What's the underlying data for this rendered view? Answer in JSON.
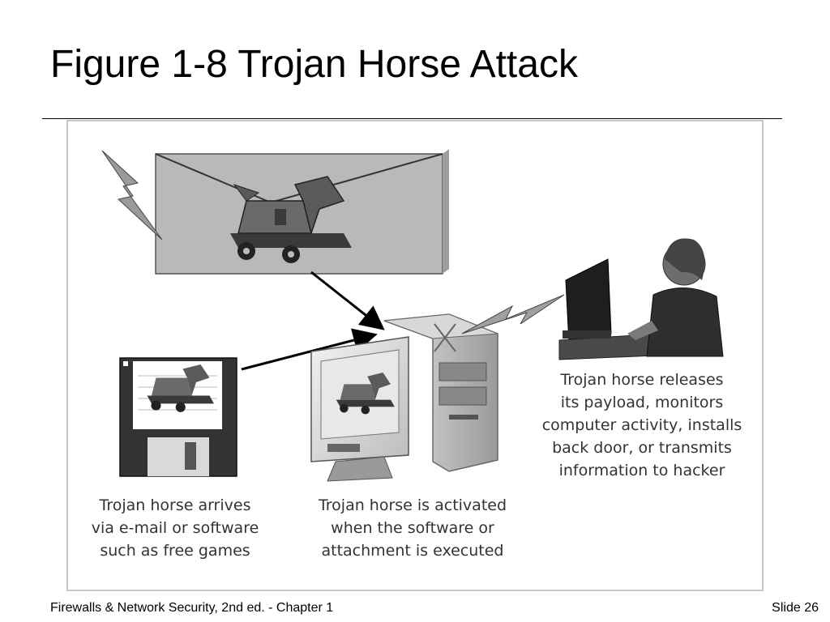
{
  "slide": {
    "title": "Figure 1-8 Trojan Horse Attack",
    "footer_left": "Firewalls & Network Security, 2nd ed. - Chapter 1",
    "footer_right": "Slide 26"
  },
  "figure": {
    "caption_arrival": [
      "Trojan horse arrives",
      "via e-mail or software",
      "such as free games"
    ],
    "caption_activation": [
      "Trojan horse is activated",
      "when the software or",
      "attachment is executed"
    ],
    "caption_payload": [
      "Trojan horse releases",
      "its payload, monitors",
      "computer activity, installs",
      "back door, or transmits",
      "information to hacker"
    ],
    "icons": [
      "email-envelope-icon",
      "trojan-horse-icon",
      "floppy-disk-icon",
      "desktop-computer-icon",
      "hacker-at-computer-icon",
      "lightning-bolt-icon"
    ]
  }
}
